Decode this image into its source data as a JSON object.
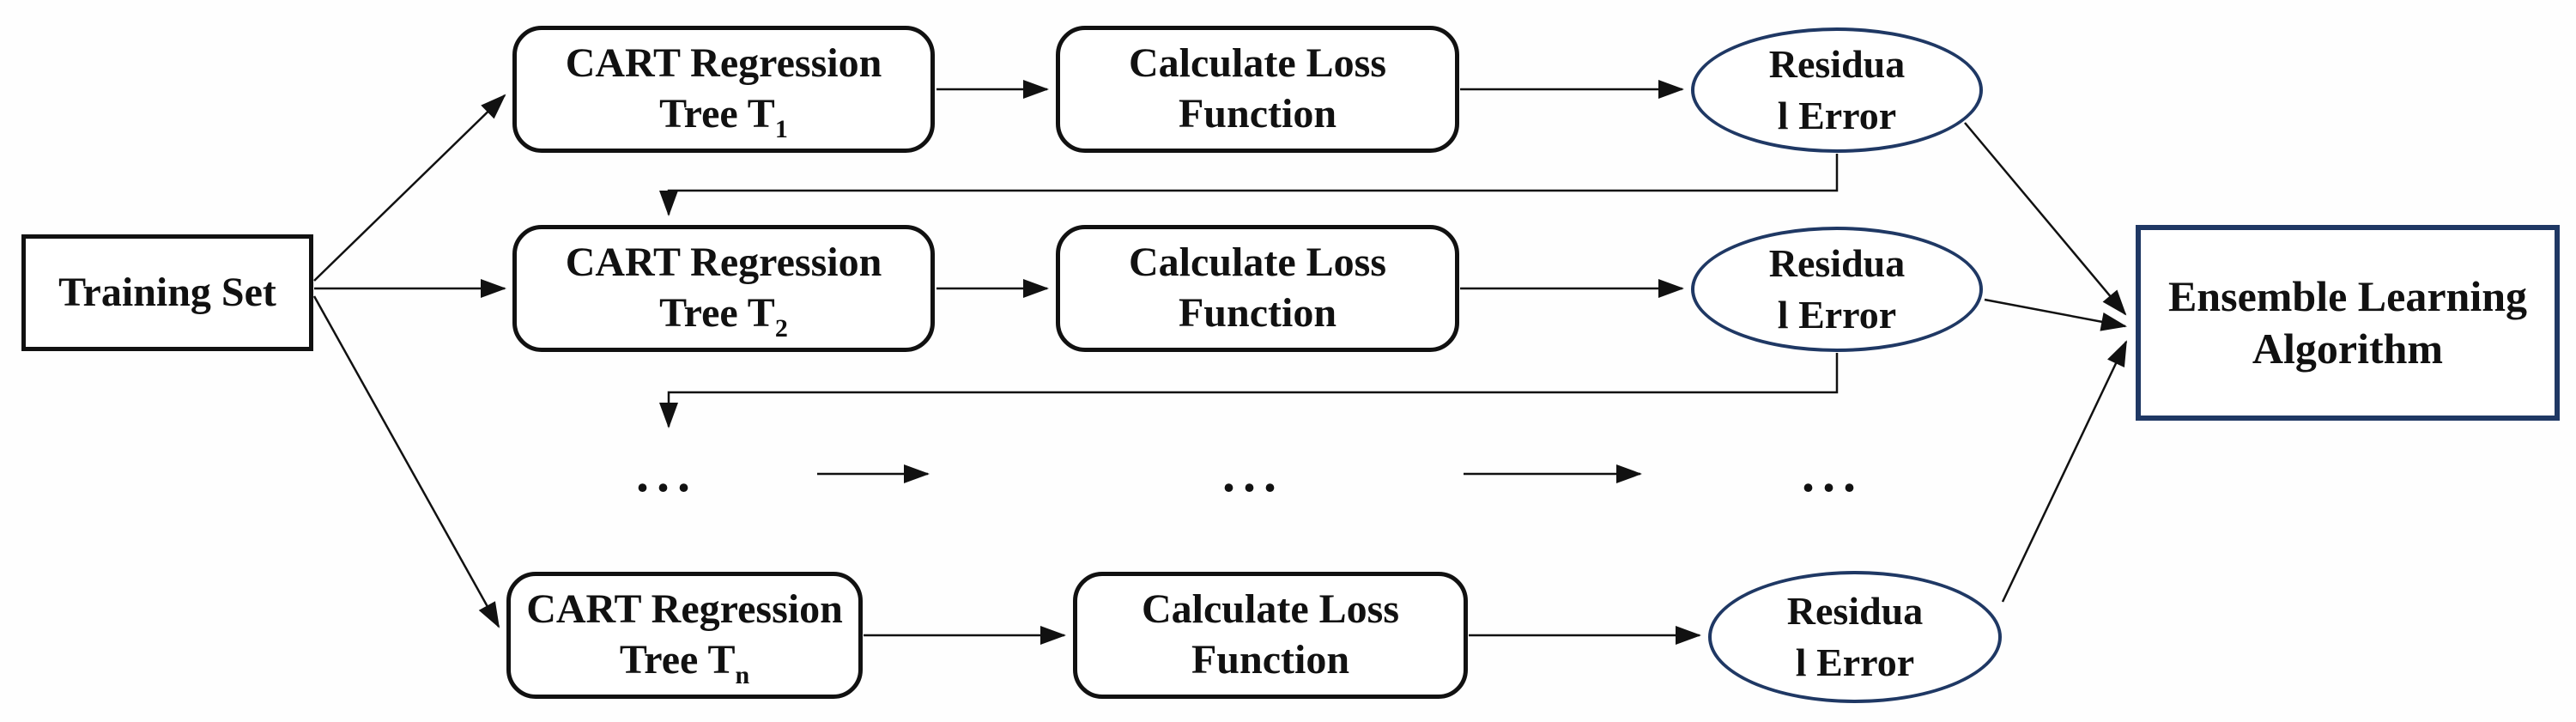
{
  "diagram": {
    "training": {
      "label": "Training Set"
    },
    "rows": [
      {
        "tree_line1": "CART Regression",
        "tree_line2": "Tree T",
        "tree_subscript": "1",
        "calc_line1": "Calculate Loss",
        "calc_line2": "Function",
        "residual_line1": "Residua",
        "residual_line2": "l Error"
      },
      {
        "tree_line1": "CART Regression",
        "tree_line2": "Tree T",
        "tree_subscript": "2",
        "calc_line1": "Calculate Loss",
        "calc_line2": "Function",
        "residual_line1": "Residua",
        "residual_line2": "l Error"
      },
      {
        "tree_line1": "CART Regression",
        "tree_line2": "Tree T",
        "tree_subscript": "n",
        "calc_line1": "Calculate Loss",
        "calc_line2": "Function",
        "residual_line1": "Residua",
        "residual_line2": "l Error"
      }
    ],
    "dots": "...",
    "ensemble": {
      "line1": "Ensemble Learning",
      "line2": "Algorithm"
    },
    "colors": {
      "shape_border": "#111111",
      "accent_navy": "#1f3864",
      "text": "#111111",
      "background": "#fefefe"
    }
  }
}
